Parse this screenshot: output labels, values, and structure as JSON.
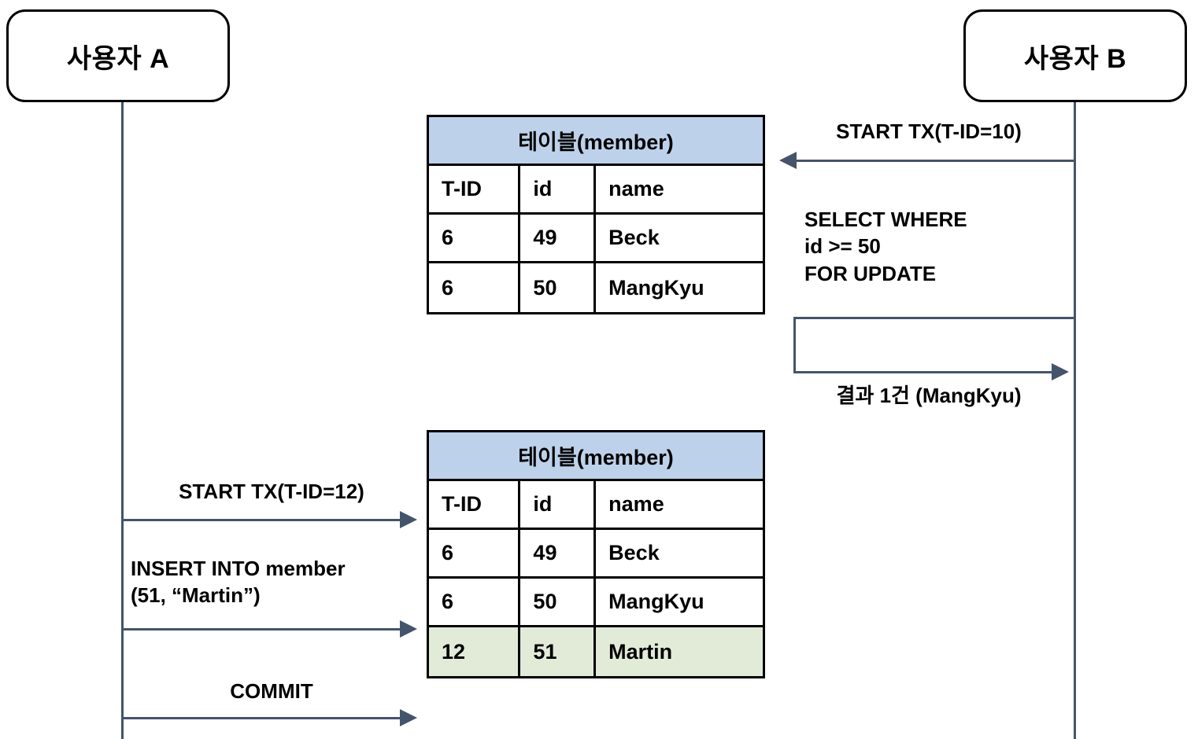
{
  "diagram": {
    "title": "Transaction sequence diagram (member table)",
    "colors": {
      "lifeline": "#44546a",
      "table_header_bg": "#bdd2ea",
      "highlight_row_bg": "#e2ebd8",
      "border": "#000000",
      "background": "#ffffff"
    }
  },
  "actors": {
    "left": {
      "label": "사용자 A"
    },
    "right": {
      "label": "사용자 B"
    }
  },
  "messages": {
    "b_start_tx": {
      "label": "START TX(T-ID=10)",
      "direction": "left"
    },
    "b_select": {
      "label": "SELECT WHERE\nid >= 50\nFOR UPDATE",
      "direction": "left"
    },
    "b_result": {
      "label": "결과 1건 (MangKyu)",
      "direction": "right"
    },
    "a_start_tx": {
      "label": "START TX(T-ID=12)",
      "direction": "right"
    },
    "a_insert": {
      "label": "INSERT INTO member\n(51, “Martin”)",
      "direction": "right"
    },
    "a_commit": {
      "label": "COMMIT",
      "direction": "right"
    }
  },
  "tables": {
    "top": {
      "title": "테이블(member)",
      "columns": [
        "T-ID",
        "id",
        "name"
      ],
      "rows": [
        {
          "cells": [
            "6",
            "49",
            "Beck"
          ],
          "highlight": false
        },
        {
          "cells": [
            "6",
            "50",
            "MangKyu"
          ],
          "highlight": false
        }
      ]
    },
    "bottom": {
      "title": "테이블(member)",
      "columns": [
        "T-ID",
        "id",
        "name"
      ],
      "rows": [
        {
          "cells": [
            "6",
            "49",
            "Beck"
          ],
          "highlight": false
        },
        {
          "cells": [
            "6",
            "50",
            "MangKyu"
          ],
          "highlight": false
        },
        {
          "cells": [
            "12",
            "51",
            "Martin"
          ],
          "highlight": true
        }
      ]
    }
  }
}
